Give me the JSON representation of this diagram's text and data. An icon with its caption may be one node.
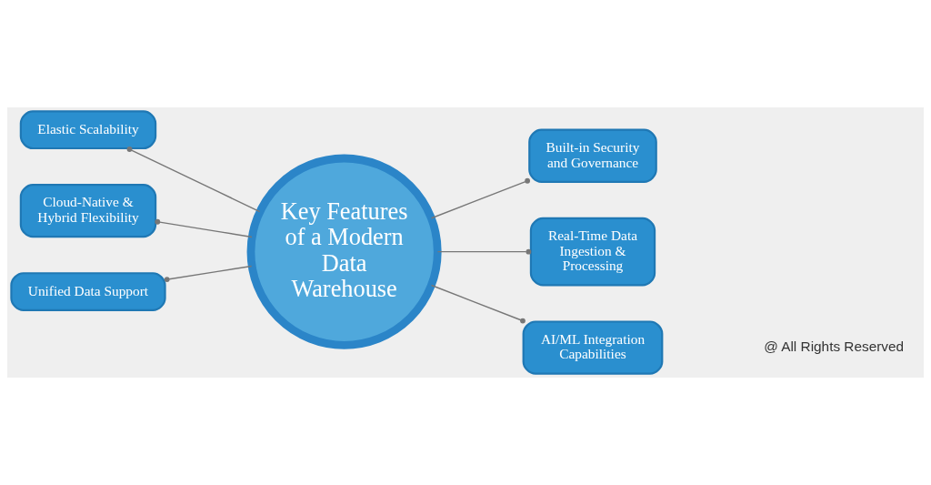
{
  "diagram": {
    "nodes": [
      {
        "text": [
          "Key Features of a Modern Data Warehouse"
        ]
      },
      {
        "text": [
          "Elastic Scalability"
        ]
      },
      {
        "text": [
          "Built-in Security and Governance"
        ]
      },
      {
        "text": [
          "Cloud-Native & Hybrid Flexibility"
        ]
      },
      {
        "text": [
          "Real-Time Data Ingestion & Processing"
        ]
      },
      {
        "text": [
          "Unified Data Support"
        ]
      },
      {
        "text": [
          "AI/ML Integration Capabilities"
        ]
      }
    ],
    "edges": [
      {
        "from": 0,
        "to": 1,
        "arrow": "other"
      },
      {
        "from": 0,
        "to": 2,
        "arrow": "other"
      },
      {
        "from": 0,
        "to": 3,
        "arrow": "other"
      },
      {
        "from": 0,
        "to": 4,
        "arrow": "other"
      },
      {
        "from": 0,
        "to": 5,
        "arrow": "other"
      },
      {
        "from": 0,
        "to": 6,
        "arrow": "other"
      }
    ],
    "labels": [
      "@ All Rights Reserved"
    ]
  }
}
